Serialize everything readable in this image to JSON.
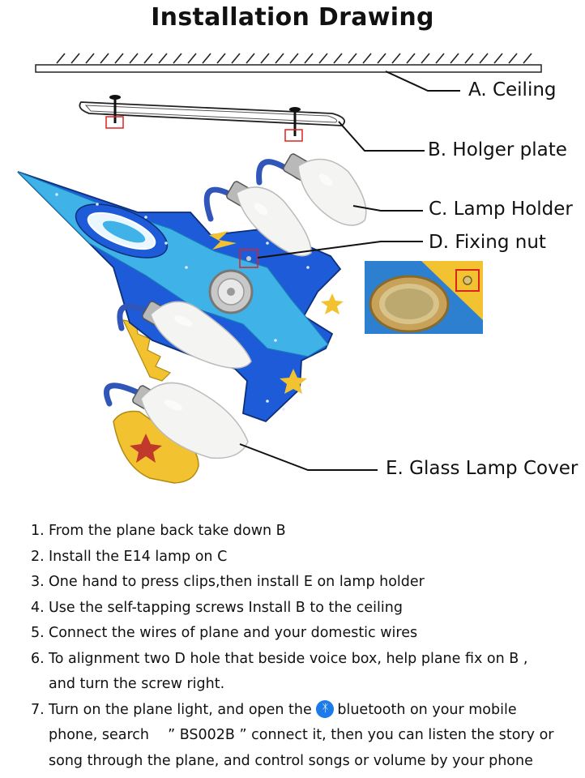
{
  "title": "Installation Drawing",
  "labels": {
    "a": "A. Ceiling",
    "b": "B. Holger plate",
    "c": "C. Lamp Holder",
    "d": "D. Fixing nut",
    "e": "E. Glass Lamp Cover"
  },
  "steps": [
    {
      "num": "1.",
      "text": "From the plane back take down B"
    },
    {
      "num": "2.",
      "text": "Install the E14 lamp on C"
    },
    {
      "num": "3.",
      "text": "One hand to press clips,then install E on lamp holder"
    },
    {
      "num": "4.",
      "text": "Use the self-tapping screws Install B to the ceiling"
    },
    {
      "num": "5.",
      "text": "Connect the wires of plane and your domestic wires"
    },
    {
      "num": "6.",
      "text": "To alignment two D hole that beside voice box, help plane fix on B ,",
      "text2": "and turn the screw right."
    },
    {
      "num": "7.",
      "text_before": "Turn on the plane light, and open the",
      "text_after": "bluetooth on your mobile",
      "text2": "phone, search 　” BS002B ”  connect it, then you can listen the story or",
      "text3": "song through the plane, and control songs or volume by your phone"
    }
  ],
  "icons": {
    "bluetooth": "bluetooth-icon"
  },
  "colors": {
    "plane_blue": "#1e5bd8",
    "plane_light": "#3fb3e8",
    "wing_yellow": "#f2c230",
    "star_red": "#c0392b"
  }
}
